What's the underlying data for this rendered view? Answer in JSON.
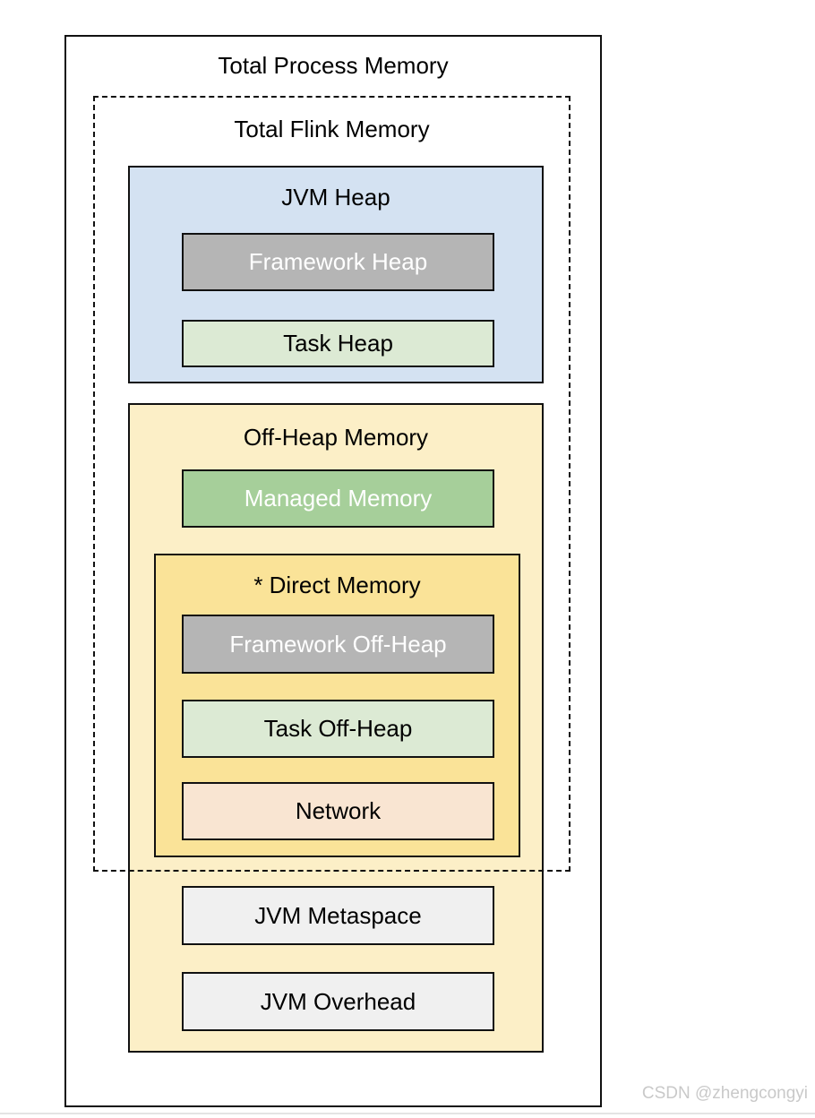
{
  "diagram": {
    "total_process_memory_label": "Total Process Memory",
    "total_flink_memory_label": "Total Flink Memory",
    "jvm_heap": {
      "label": "JVM Heap",
      "framework_heap_label": "Framework Heap",
      "task_heap_label": "Task Heap"
    },
    "off_heap": {
      "label": "Off-Heap Memory",
      "managed_memory_label": "Managed Memory",
      "direct_memory": {
        "label": "* Direct Memory",
        "framework_off_heap_label": "Framework Off-Heap",
        "task_off_heap_label": "Task Off-Heap",
        "network_label": "Network"
      },
      "jvm_metaspace_label": "JVM Metaspace",
      "jvm_overhead_label": "JVM Overhead"
    }
  },
  "colors": {
    "border": "#111111",
    "jvm_heap_fill": "#d4e2f2",
    "framework_fill": "#b5b5b5",
    "task_fill": "#dcead4",
    "managed_fill": "#a6cf9a",
    "off_heap_fill": "#fcefc7",
    "direct_memory_fill": "#fae398",
    "network_fill": "#f9e5d2",
    "jvm_metaspace_fill": "#f0f0f0",
    "watermark_color": "#c9c9c9"
  },
  "watermark": "CSDN @zhengcongyi"
}
